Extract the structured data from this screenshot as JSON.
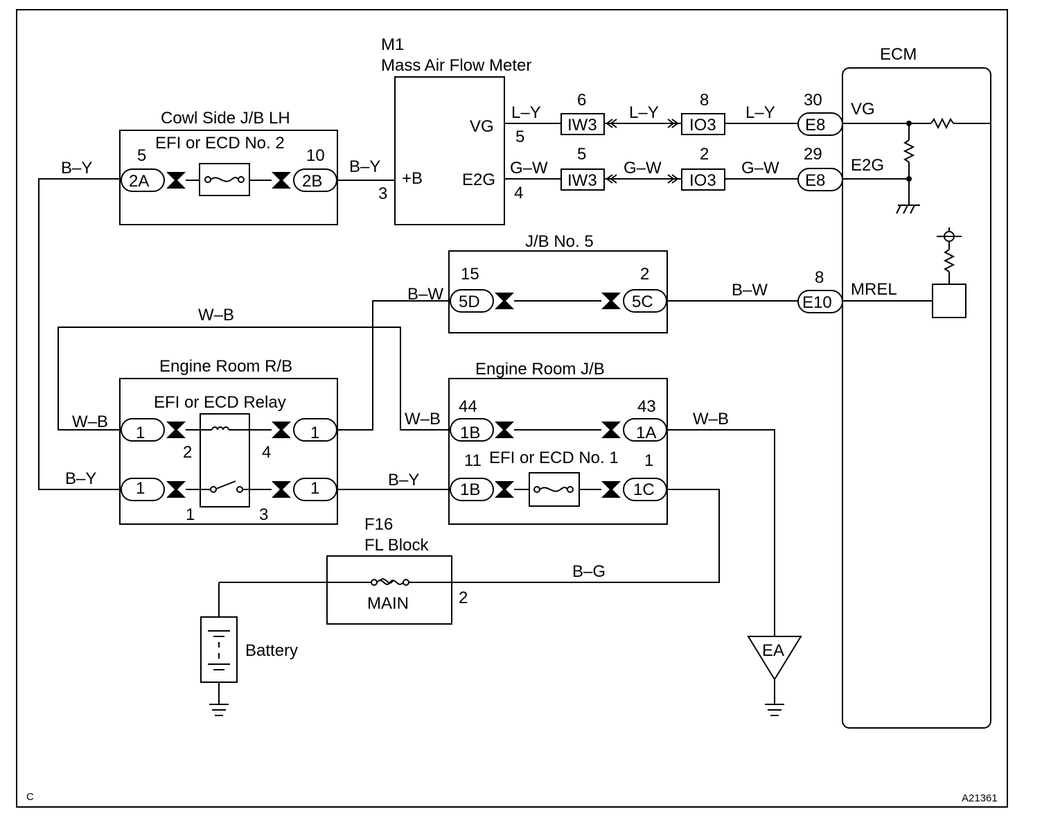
{
  "labels": {
    "m1_code": "M1",
    "m1_name": "Mass Air Flow Meter",
    "ecm": "ECM",
    "cowl_jb": "Cowl Side J/B LH",
    "efi_fuse2": "EFI or ECD No. 2",
    "jb5": "J/B No. 5",
    "er_rb": "Engine Room R/B",
    "efi_relay": "EFI or ECD Relay",
    "er_jb": "Engine Room J/B",
    "efi_fuse1": "EFI or ECD No. 1",
    "f16": "F16",
    "fl_block": "FL Block",
    "main": "MAIN",
    "battery": "Battery",
    "ea": "EA",
    "corner_c": "C",
    "figure_id": "A21361"
  },
  "m1_pins": {
    "vg": "VG",
    "b": "+B",
    "e2g": "E2G"
  },
  "ecm_pins": {
    "vg": "VG",
    "e2g": "E2G",
    "mrel": "MREL"
  },
  "wires": {
    "l_y": "L–Y",
    "g_w": "G–W",
    "b_y": "B–Y",
    "b_w": "B–W",
    "w_b": "W–B",
    "b_g": "B–G"
  },
  "connectors": {
    "iw3": "IW3",
    "io3": "IO3",
    "e8": "E8",
    "e10": "E10",
    "c2a": "2A",
    "c2b": "2B",
    "c5d": "5D",
    "c5c": "5C",
    "c1": "1",
    "c1b": "1B",
    "c1a": "1A",
    "c1c": "1C"
  },
  "pins": {
    "m1_vg": "5",
    "m1_e2g": "4",
    "m1_b": "3",
    "iw3_vg": "6",
    "iw3_e2g": "5",
    "io3_vg": "8",
    "io3_e2g": "2",
    "e8_vg": "30",
    "e8_e2g": "29",
    "e10_mrel": "8",
    "c2a": "5",
    "c2b": "10",
    "c5d": "15",
    "c5c": "2",
    "c1b_top": "44",
    "c1a": "43",
    "c1b_bot": "11",
    "c1c": "1",
    "relay_2": "2",
    "relay_4": "4",
    "relay_1": "1",
    "relay_3": "3",
    "fl_2": "2"
  }
}
